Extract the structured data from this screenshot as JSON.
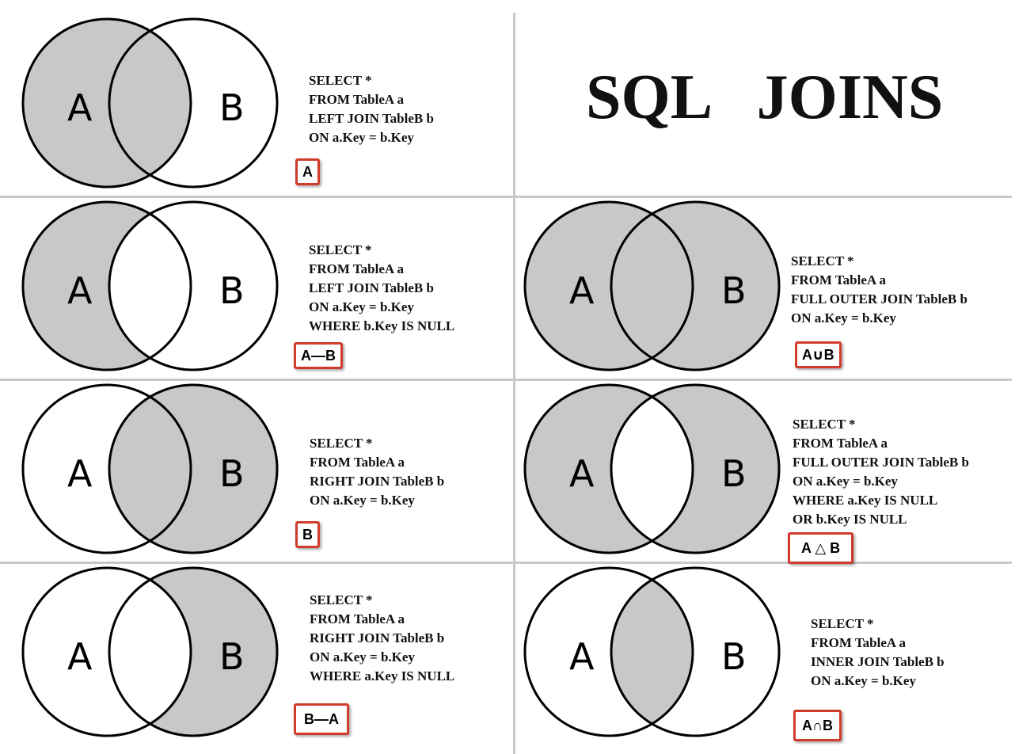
{
  "title": "SQL   JOINS",
  "circle_labels": {
    "a": "A",
    "b": "B"
  },
  "colors": {
    "fill": "#c8c8c8",
    "outline": "#000000",
    "badge_border": "#d23a2a",
    "divider": "#c8c8c8"
  },
  "panels": [
    {
      "id": "left-join",
      "shaded": [
        "a_only",
        "intersection"
      ],
      "set_notation": "A",
      "sql": [
        "SELECT *",
        "FROM TableA a",
        "LEFT JOIN TableB b",
        "ON a.Key = b.Key"
      ]
    },
    {
      "id": "left-anti-join",
      "shaded": [
        "a_only"
      ],
      "set_notation": "A—B",
      "sql": [
        "SELECT *",
        "FROM TableA a",
        "LEFT JOIN TableB b",
        "ON a.Key = b.Key",
        "WHERE b.Key IS NULL"
      ]
    },
    {
      "id": "full-outer-join",
      "shaded": [
        "a_only",
        "intersection",
        "b_only"
      ],
      "set_notation": "A∪B",
      "sql": [
        "SELECT *",
        "FROM TableA a",
        "FULL OUTER JOIN TableB b",
        "ON a.Key = b.Key"
      ]
    },
    {
      "id": "right-join",
      "shaded": [
        "intersection",
        "b_only"
      ],
      "set_notation": "B",
      "sql": [
        "SELECT *",
        "FROM TableA a",
        "RIGHT JOIN TableB b",
        "ON a.Key = b.Key"
      ]
    },
    {
      "id": "full-outer-anti-join",
      "shaded": [
        "a_only",
        "b_only"
      ],
      "set_notation": "A △ B",
      "sql": [
        "SELECT *",
        "FROM TableA a",
        "FULL OUTER JOIN TableB b",
        "ON a.Key = b.Key",
        "WHERE a.Key IS NULL",
        "OR b.Key IS NULL"
      ]
    },
    {
      "id": "right-anti-join",
      "shaded": [
        "b_only"
      ],
      "set_notation": "B—A",
      "sql": [
        "SELECT *",
        "FROM TableA a",
        "RIGHT JOIN TableB b",
        "ON a.Key = b.Key",
        "WHERE a.Key IS NULL"
      ]
    },
    {
      "id": "inner-join",
      "shaded": [
        "intersection"
      ],
      "set_notation": "A∩B",
      "sql": [
        "SELECT *",
        "FROM TableA a",
        "INNER JOIN TableB b",
        "ON a.Key = b.Key"
      ]
    }
  ]
}
